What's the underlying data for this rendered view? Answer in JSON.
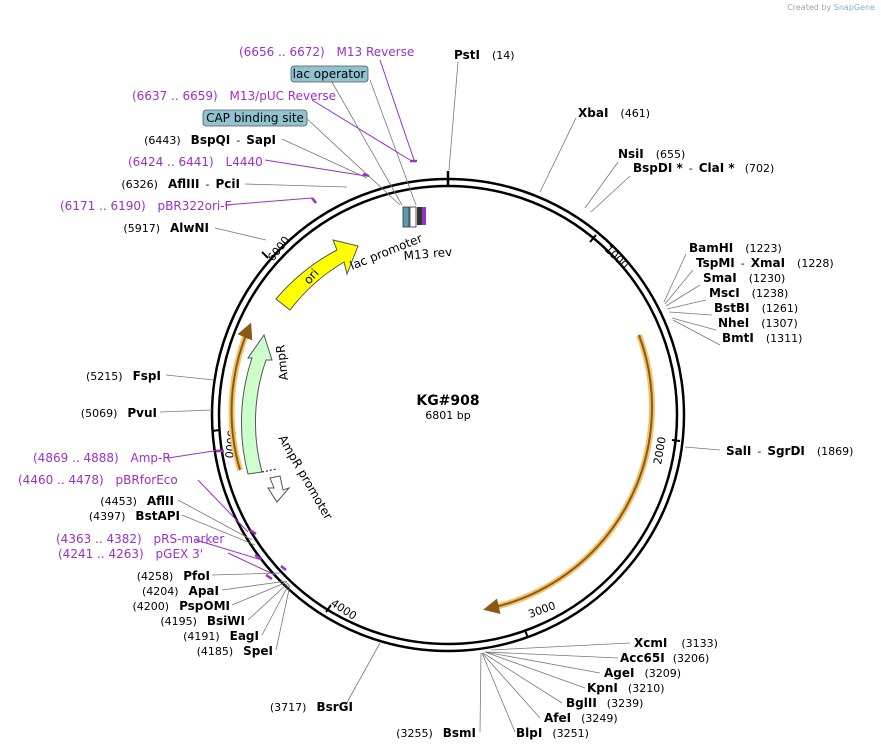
{
  "credit": {
    "text": "Created by",
    "brand": "SnapGene"
  },
  "plasmid": {
    "name": "KG#908",
    "length": 6801,
    "length_label": "6801 bp"
  },
  "ticks": [
    "1000",
    "2000",
    "3000",
    "4000",
    "5000",
    "6000"
  ],
  "features": [
    {
      "name": "ori",
      "color": "#ffff00"
    },
    {
      "name": "AmpR",
      "color": "#ccffcc"
    },
    {
      "name": "AmpR promoter",
      "color": "#ffffff"
    },
    {
      "name": "lac promoter",
      "color": "#ffffff"
    },
    {
      "name": "M13 rev",
      "color": "#ffffff"
    }
  ],
  "boxed_labels": [
    {
      "text": "lac operator"
    },
    {
      "text": "CAP binding site"
    }
  ],
  "primers": [
    {
      "range": "(6656 .. 6672)",
      "name": "M13 Reverse"
    },
    {
      "range": "(6637 .. 6659)",
      "name": "M13/pUC Reverse"
    },
    {
      "range": "(6424 .. 6441)",
      "name": "L4440"
    },
    {
      "range": "(6171 .. 6190)",
      "name": "pBR322ori-F"
    },
    {
      "range": "(4869 .. 4888)",
      "name": "Amp-R"
    },
    {
      "range": "(4460 .. 4478)",
      "name": "pBRforEco"
    },
    {
      "range": "(4363 .. 4382)",
      "name": "pRS-marker"
    },
    {
      "range": "(4241 .. 4263)",
      "name": "pGEX 3'"
    }
  ],
  "enzymes": [
    {
      "name": "PstI",
      "pos": "(14)"
    },
    {
      "name": "XbaI",
      "pos": "(461)"
    },
    {
      "name": "NsiI",
      "pos": "(655)"
    },
    {
      "name": "BspDI *",
      "name2": "ClaI *",
      "pos": "(702)"
    },
    {
      "name": "BamHI",
      "pos": "(1223)"
    },
    {
      "name": "TspMI",
      "name2": "XmaI",
      "pos": "(1228)"
    },
    {
      "name": "SmaI",
      "pos": "(1230)"
    },
    {
      "name": "MscI",
      "pos": "(1238)"
    },
    {
      "name": "BstBI",
      "pos": "(1261)"
    },
    {
      "name": "NheI",
      "pos": "(1307)"
    },
    {
      "name": "BmtI",
      "pos": "(1311)"
    },
    {
      "name": "SalI",
      "name2": "SgrDI",
      "pos": "(1869)"
    },
    {
      "name": "XcmI",
      "pos": "(3133)"
    },
    {
      "name": "Acc65I",
      "pos": "(3206)"
    },
    {
      "name": "AgeI",
      "pos": "(3209)"
    },
    {
      "name": "KpnI",
      "pos": "(3210)"
    },
    {
      "name": "BglII",
      "pos": "(3239)"
    },
    {
      "name": "AfeI",
      "pos": "(3249)"
    },
    {
      "name": "BlpI",
      "pos": "(3251)"
    },
    {
      "name": "BsmI",
      "pos": "(3255)"
    },
    {
      "name": "BsrGI",
      "pos": "(3717)"
    },
    {
      "name": "SpeI",
      "pos": "(4185)"
    },
    {
      "name": "EagI",
      "pos": "(4191)"
    },
    {
      "name": "BsiWI",
      "pos": "(4195)"
    },
    {
      "name": "PspOMI",
      "pos": "(4200)"
    },
    {
      "name": "ApaI",
      "pos": "(4204)"
    },
    {
      "name": "PfoI",
      "pos": "(4258)"
    },
    {
      "name": "BstAPI",
      "pos": "(4397)"
    },
    {
      "name": "AflII",
      "pos": "(4453)"
    },
    {
      "name": "FspI",
      "pos": "(5215)"
    },
    {
      "name": "PvuI",
      "pos": "(5069)"
    },
    {
      "name": "AlwNI",
      "pos": "(5917)"
    },
    {
      "name": "AflIII",
      "name2": "PciI",
      "pos": "(6326)"
    },
    {
      "name": "BspQI",
      "name2": "SapI",
      "pos": "(6443)"
    }
  ],
  "colors": {
    "primer": "#9b30c8",
    "feature_arc": "#f5c06a",
    "ori": "#ffff00",
    "ampr": "#ccffcc",
    "operator_box": "#8fc3d1"
  }
}
